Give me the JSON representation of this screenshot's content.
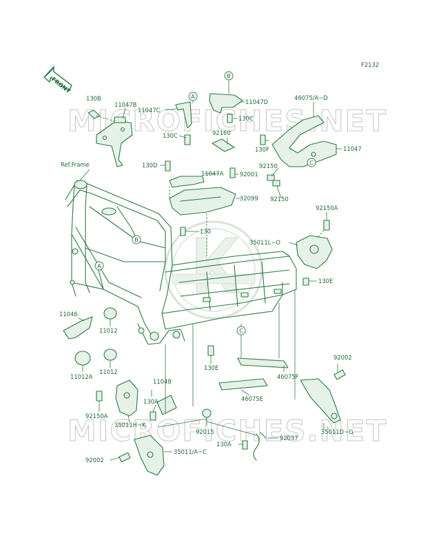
{
  "figure_code": "F2132",
  "front_arrow_label": "FRONT",
  "watermark_text": "MICROFICHES.NET",
  "colors": {
    "line": "#2a7a42",
    "text": "#1f6a36",
    "watermark": "#c4c4c4",
    "background": "#ffffff"
  },
  "ref_labels": {
    "ref_frame": "Ref.Frame",
    "circle_a": "A",
    "circle_b": "B",
    "circle_c": "C"
  },
  "labels": {
    "p130B": "130B",
    "p11047B": "11047B",
    "p11047C": "11047C",
    "p130C_left": "130C",
    "p11047D": "11047D",
    "p130C_right": "130C",
    "p92160": "92160",
    "p46075": "46075/A~D",
    "p130F": "130F",
    "p11047": "11047",
    "p130D": "130D",
    "p11047A": "11047A",
    "p92001": "92001",
    "p92150_a": "92150",
    "p92150_b": "92150",
    "p32099": "32099",
    "p130": "130",
    "p92150A_right": "92150A",
    "p35011L": "35011L~O",
    "p130E_right": "130E",
    "p11046": "11046",
    "p11012_a": "11012",
    "p11012_b": "11012",
    "p11012A": "11012A",
    "p130E_bottom": "130E",
    "p46075F": "46075F",
    "p46075E": "46075E",
    "p92002_right": "92002",
    "p11048": "11048",
    "p130A_a": "130A",
    "p92150A_left": "92150A",
    "p35011H": "35011H~K",
    "p92015": "92015",
    "p35011D": "35011D~G",
    "p92037": "92037",
    "p130A_b": "130A",
    "p92002_left": "92002",
    "p35011A": "35011/A~C"
  }
}
